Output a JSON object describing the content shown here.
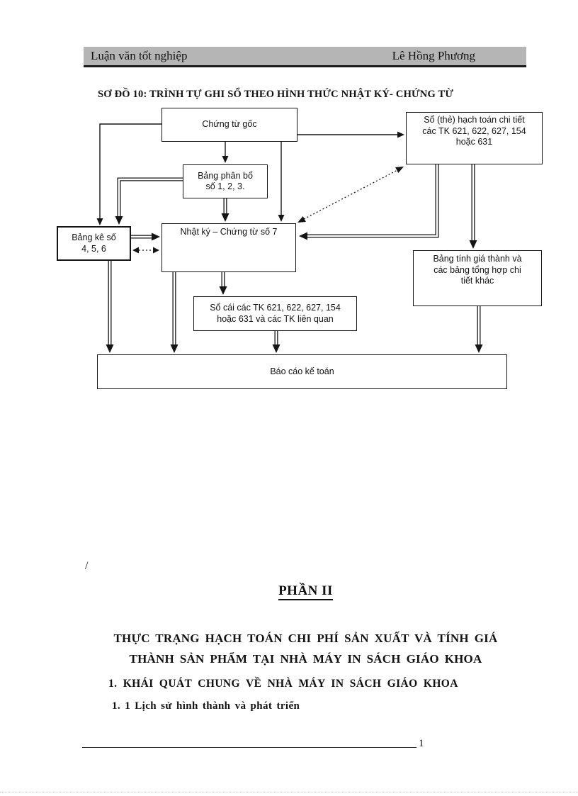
{
  "header": {
    "left": "Luận văn tốt nghiệp",
    "right": "Lê Hồng Phương"
  },
  "diagram": {
    "title": "SƠ ĐỒ 10: TRÌNH TỰ GHI SỔ THEO HÌNH THỨC NHẬT KÝ- CHỨNG TỪ",
    "boxes": {
      "chung_tu_goc": {
        "lines": [
          "Chứng từ gốc"
        ]
      },
      "so_the": {
        "lines": [
          "Sổ (thẻ) hạch toán chi tiết",
          "các TK 621, 622, 627, 154",
          "hoặc 631"
        ]
      },
      "bang_phan_bo": {
        "lines": [
          "Bảng phân bổ",
          "số 1, 2, 3."
        ]
      },
      "bang_ke": {
        "lines": [
          "Bảng kê số",
          "4, 5, 6"
        ]
      },
      "nhat_ky": {
        "lines": [
          "Nhật ký – Chứng từ số 7"
        ]
      },
      "bang_tinh": {
        "lines": [
          "Bảng tính giá thành và",
          "các bảng tổng hợp chi",
          "tiết khác"
        ]
      },
      "so_cai": {
        "lines": [
          "Sổ cái các TK 621, 622, 627, 154",
          "hoặc 631 và các TK liên quan"
        ]
      },
      "bao_cao": {
        "lines": [
          "Báo cáo kế toán"
        ]
      }
    }
  },
  "body": {
    "slash": "/",
    "part_title": "PHẦN II",
    "heading_line1": "THỰC TRẠNG HẠCH TOÁN CHI PHÍ SẢN XUẤT VÀ TÍNH GIÁ",
    "heading_line2": "THÀNH SẢN PHẨM TẠI NHÀ MÁY IN SÁCH GIÁO KHOA",
    "section1": "1. KHÁI QUÁT CHUNG VỀ NHÀ MÁY IN SÁCH GIÁO KHOA",
    "section1_1": "1. 1 Lịch sử hình thành và phát triển"
  },
  "footer": {
    "page_number": "1"
  }
}
